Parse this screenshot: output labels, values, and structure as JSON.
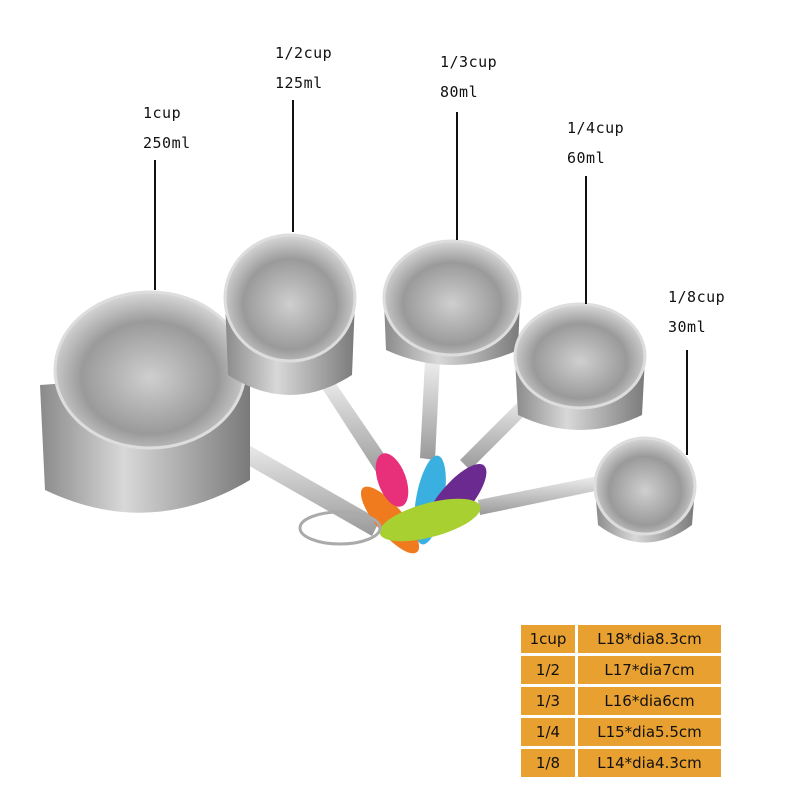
{
  "labels": [
    {
      "cup": "1cup",
      "ml": "250ml"
    },
    {
      "cup": "1/2cup",
      "ml": "125ml"
    },
    {
      "cup": "1/3cup",
      "ml": "80ml"
    },
    {
      "cup": "1/4cup",
      "ml": "60ml"
    },
    {
      "cup": "1/8cup",
      "ml": "30ml"
    }
  ],
  "size_table": [
    {
      "size": "1cup",
      "dims": "L18*dia8.3cm"
    },
    {
      "size": "1/2",
      "dims": "L17*dia7cm"
    },
    {
      "size": "1/3",
      "dims": "L16*dia6cm"
    },
    {
      "size": "1/4",
      "dims": "L15*dia5.5cm"
    },
    {
      "size": "1/8",
      "dims": "L14*dia4.3cm"
    }
  ],
  "colors": {
    "table_bg": "#E8A030",
    "grips": [
      "#F07A1E",
      "#E8307A",
      "#3AB0E0",
      "#6A2A90",
      "#A8D030"
    ]
  }
}
